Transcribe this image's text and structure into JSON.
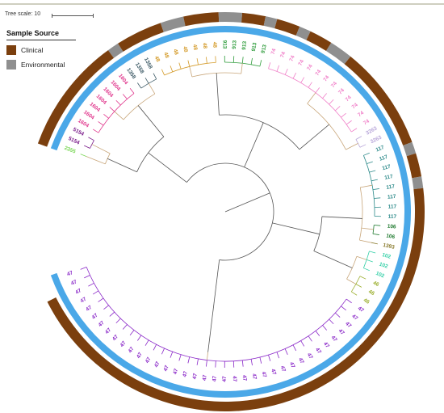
{
  "scale": {
    "label": "Tree scale: 10"
  },
  "legend": {
    "title": "Sample Source",
    "items": [
      {
        "label": "Clinical",
        "color": "#7b3f0e"
      },
      {
        "label": "Environmental",
        "color": "#8f8f8f"
      }
    ]
  },
  "colors": {
    "highlight": "#4aa8e8",
    "branch": "#c8a67a",
    "trunk": "#555555"
  },
  "leaf_groups": [
    {
      "label": "2355",
      "count": 1,
      "color": "#78d653"
    },
    {
      "label": "5154",
      "count": 2,
      "color": "#7a1b8a"
    },
    {
      "label": "1604",
      "count": 7,
      "color": "#e0368c"
    },
    {
      "label": "1358",
      "count": 3,
      "color": "#3d5a66"
    },
    {
      "label": "48",
      "count": 7,
      "color": "#d49b2a"
    },
    {
      "label": "913",
      "count": 5,
      "color": "#2f9c3c"
    },
    {
      "label": "74",
      "count": 13,
      "color": "#f07fc8"
    },
    {
      "label": "3263",
      "count": 2,
      "color": "#b8a6d9"
    },
    {
      "label": "117",
      "count": 8,
      "color": "#2e8b8b"
    },
    {
      "label": "106",
      "count": 2,
      "color": "#1f7a2f"
    },
    {
      "label": "1393",
      "count": 1,
      "color": "#8a7b2e"
    },
    {
      "label": "102",
      "count": 3,
      "color": "#35d0a8"
    },
    {
      "label": "46",
      "count": 3,
      "color": "#9aae2c"
    },
    {
      "label": "47",
      "count": 37,
      "color": "#8a28c8"
    }
  ],
  "source_ring": [
    {
      "source": "Clinical",
      "leaves": 10
    },
    {
      "source": "Environmental",
      "leaves": 1
    },
    {
      "source": "Clinical",
      "leaves": 4
    },
    {
      "source": "Environmental",
      "leaves": 2
    },
    {
      "source": "Clinical",
      "leaves": 3
    },
    {
      "source": "Environmental",
      "leaves": 2
    },
    {
      "source": "Clinical",
      "leaves": 2
    },
    {
      "source": "Environmental",
      "leaves": 1
    },
    {
      "source": "Clinical",
      "leaves": 2
    },
    {
      "source": "Environmental",
      "leaves": 1
    },
    {
      "source": "Clinical",
      "leaves": 2
    },
    {
      "source": "Environmental",
      "leaves": 2
    },
    {
      "source": "Clinical",
      "leaves": 9
    },
    {
      "source": "Environmental",
      "leaves": 1
    },
    {
      "source": "Clinical",
      "leaves": 2
    },
    {
      "source": "Environmental",
      "leaves": 1
    },
    {
      "source": "Clinical",
      "leaves": 47
    }
  ]
}
